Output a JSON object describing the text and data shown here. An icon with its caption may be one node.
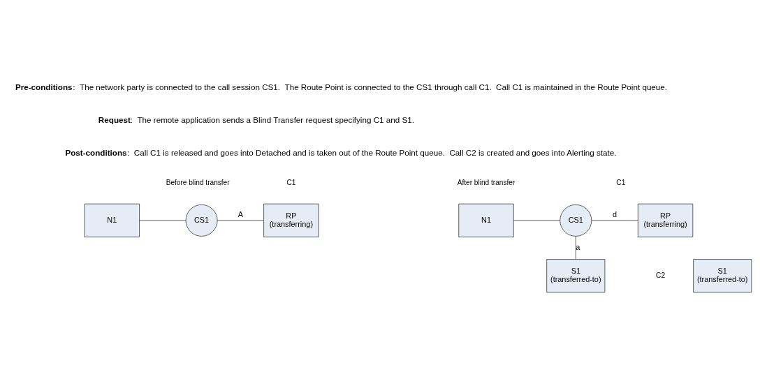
{
  "diagram": {
    "nodes": [
      {
        "text": [
          "N1"
        ]
      },
      {
        "text": [
          "CS1"
        ]
      },
      {
        "text": [
          "RP",
          "(transferring)"
        ]
      },
      {
        "text": [
          "S1",
          "(transferred-to)"
        ]
      },
      {
        "text": [
          "N1"
        ]
      },
      {
        "text": [
          "CS1"
        ]
      },
      {
        "text": [
          "RP",
          "(transferring)"
        ]
      },
      {
        "text": [
          "S1",
          "(transferred-to)"
        ]
      }
    ],
    "edges": [
      {
        "from": 0,
        "to": 1,
        "arrow": "none"
      },
      {
        "from": 1,
        "to": 2,
        "arrow": "none",
        "label": "A"
      },
      {
        "from": 4,
        "to": 5,
        "arrow": "none"
      },
      {
        "from": 5,
        "to": 6,
        "arrow": "none",
        "label": "d"
      },
      {
        "from": 5,
        "to": 7,
        "arrow": "none",
        "label": "a"
      }
    ],
    "labels": [
      "**Pre-conditions**:  The network party is connected to the call session CS1.  The Route Point is connected to the CS1 through call C1.  Call C1 is maintained in the Route Point queue.",
      "**Request**:  The remote application sends a Blind Transfer request specifying C1 and S1.",
      "**Post-conditions**:  Call C1 is released and goes into Detached and is taken out of the Route Point queue.  Call C2 is created and goes into Alerting state.",
      "Before blind transfer",
      "C1",
      "After blind transfer",
      "C1",
      "C2"
    ]
  }
}
